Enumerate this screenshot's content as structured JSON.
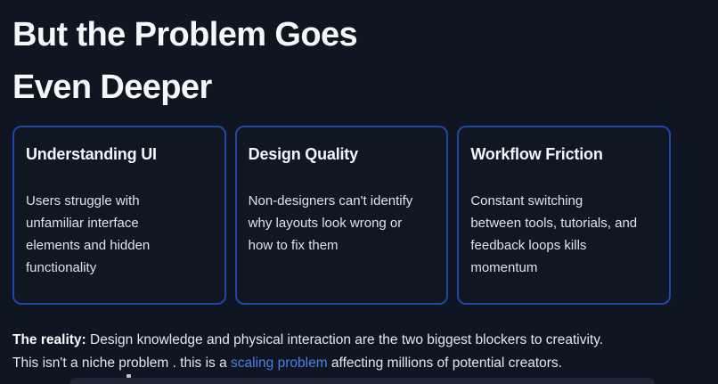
{
  "header": {
    "title_line1": "But the Problem Goes",
    "title_line2": "Even Deeper"
  },
  "cards": [
    {
      "title": "Understanding UI",
      "body": "Users struggle with\nunfamiliar interface\nelements and hidden\nfunctionality"
    },
    {
      "title": "Design Quality",
      "body": "Non-designers can't identify\nwhy layouts look wrong or\nhow to fix them"
    },
    {
      "title": "Workflow Friction",
      "body": "Constant switching\nbetween tools, tutorials, and\nfeedback loops kills\nmomentum"
    }
  ],
  "reality": {
    "bold_label": "The reality:",
    "line1_rest": " Design knowledge and physical interaction are the two biggest blockers to creativity.",
    "line2_before_link": "This isn't a niche problem . this is a ",
    "link_text": "scaling problem",
    "line2_after_link": " affecting millions of potential creators."
  },
  "colors": {
    "background": "#0f1622",
    "card_border": "#1e47a8",
    "link_blue": "#4a80ea",
    "heading_text": "#f5f8fb",
    "body_text": "#dce3ed"
  }
}
